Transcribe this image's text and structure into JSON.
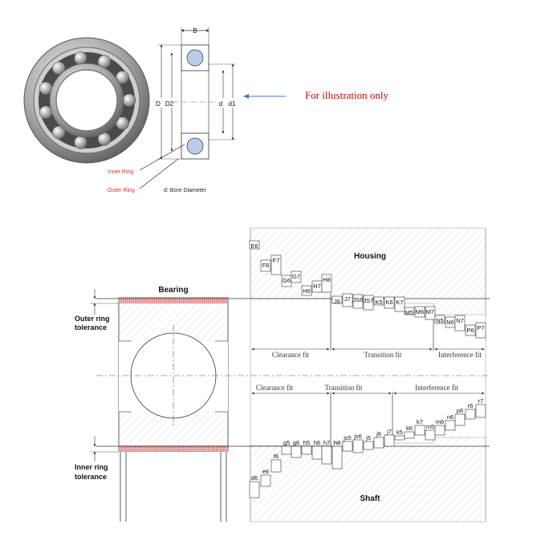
{
  "top_figure": {
    "dim_labels": {
      "width": "B",
      "outer_d": "D",
      "outer_d2": "D2",
      "bore_d": "d",
      "bore_d1": "d1"
    },
    "callouts": {
      "inner_ring": "Inner Ring",
      "outer_ring": "Outer Ring",
      "bore_note": "d: Bore Diameter"
    },
    "note": "For illustration only",
    "colors": {
      "note": "#cc0000",
      "callout": "#cc3333",
      "ball": "#b9cdea",
      "arrow": "#4a74b4"
    }
  },
  "fit_diagram": {
    "headings": {
      "bearing": "Bearing",
      "housing": "Housing",
      "shaft": "Shaft"
    },
    "side_labels": {
      "outer_tol_1": "Outer ring",
      "outer_tol_2": "tolerance",
      "inner_tol_1": "Inner ring",
      "inner_tol_2": "tolerance"
    },
    "housing_fits": {
      "clearance": "Clearance fit",
      "transition": "Transition fit",
      "interference": "Interference fit"
    },
    "shaft_fits": {
      "clearance": "Clearance fit",
      "transition": "Transition fit",
      "interference": "Interference fit"
    },
    "housing_tolerances": [
      "E6",
      "F6",
      "F7",
      "G6",
      "G7",
      "H6",
      "H7",
      "H8",
      "J6",
      "J7",
      "JS6",
      "JS7",
      "K5",
      "K6",
      "K7",
      "M5",
      "M6",
      "M7",
      "N5",
      "N6",
      "N7",
      "P6",
      "P7"
    ],
    "shaft_tolerances": [
      "d6",
      "e6",
      "f6",
      "g5",
      "g6",
      "h5",
      "h6",
      "h7",
      "h8",
      "js5",
      "js6",
      "j5",
      "j6",
      "j7",
      "k5",
      "k6",
      "k7",
      "m5",
      "m6",
      "n6",
      "p6",
      "r6",
      "r7"
    ],
    "colors": {
      "hatch": "#9a9a9a",
      "tolerance_zone": "#c02020"
    }
  }
}
